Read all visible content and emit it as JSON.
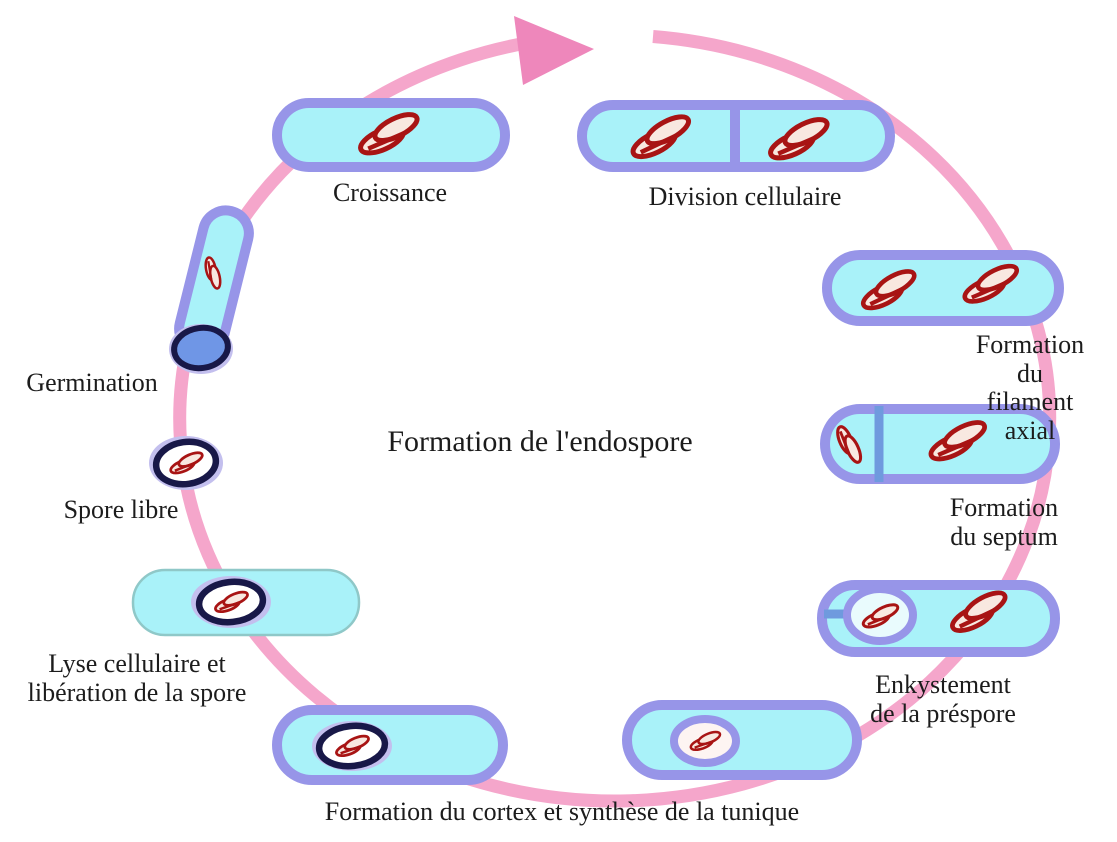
{
  "diagram": {
    "title": "Formation de l'endospore",
    "stages": {
      "croissance": {
        "label": "Croissance"
      },
      "division": {
        "label": "Division cellulaire"
      },
      "filament_axial": {
        "label": "Formation du\nfilament axial"
      },
      "septum": {
        "label": "Formation\ndu septum"
      },
      "enkystement": {
        "label": "Enkystement\nde la préspore"
      },
      "cortex": {
        "label": "Formation du cortex et synthèse de la tunique"
      },
      "lyse": {
        "label": "Lyse cellulaire et\nlibération de la spore"
      },
      "spore_libre": {
        "label": "Spore libre"
      },
      "germination": {
        "label": "Germination"
      }
    },
    "colors": {
      "membrane": "#9795e8",
      "cytoplasm": "#a9f2f9",
      "chromosome": "#a81414",
      "chromosome_fill": "#f8e8e0",
      "arc": "#f5a6cb",
      "arrow": "#ee87bb",
      "spore_coat": "#181848",
      "spore_halo": "#c3bfee",
      "septum_blue": "#6f9ade",
      "germination_core": "#6f96e6",
      "lyse_border": "#8fc8c8",
      "text": "#1c1c1c",
      "background": "#ffffff"
    }
  }
}
